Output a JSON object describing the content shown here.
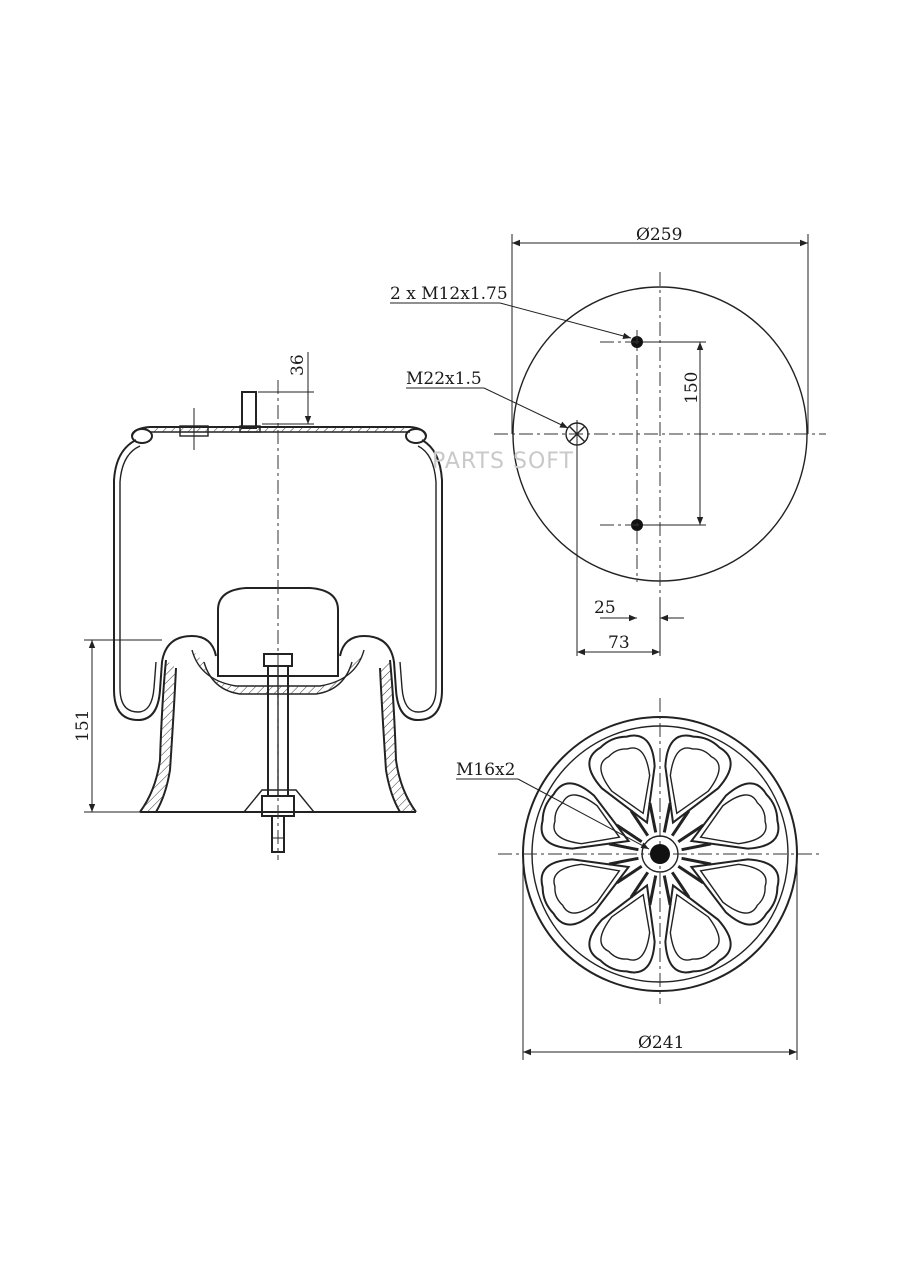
{
  "labels": {
    "top_diameter": "Ø259",
    "top_holes": "2 x M12x1.75",
    "air_inlet": "M22x1.5",
    "hole_spacing": "150",
    "offset_small": "25",
    "offset_large": "73",
    "stud_height": "36",
    "piston_height": "151",
    "bottom_thread": "M16x2",
    "bottom_diameter": "Ø241"
  },
  "watermark": "PARTS SOFT",
  "colors": {
    "line": "#222222",
    "background": "#ffffff",
    "watermark": "#c9c9c9"
  }
}
